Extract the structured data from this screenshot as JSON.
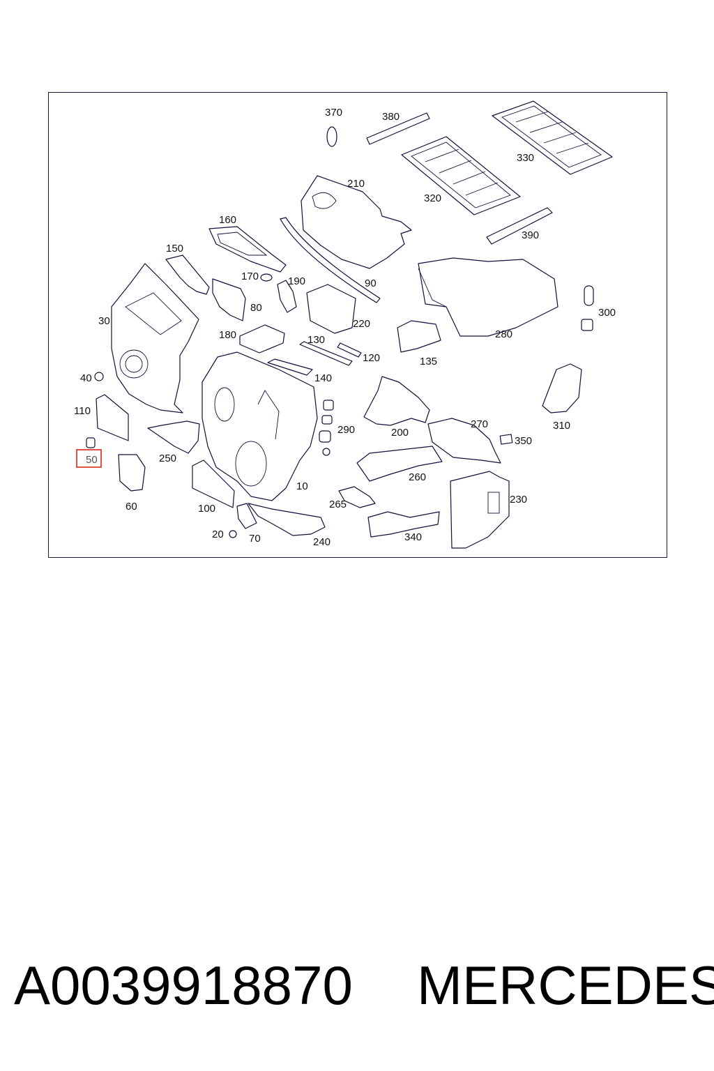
{
  "diagram": {
    "labels": {
      "p370": "370",
      "p380": "380",
      "p330": "330",
      "p210": "210",
      "p320": "320",
      "p160": "160",
      "p390": "390",
      "p150": "150",
      "p170": "170",
      "p190": "190",
      "p90": "90",
      "p80": "80",
      "p30": "30",
      "p220": "220",
      "p280": "280",
      "p300": "300",
      "p180": "180",
      "p130": "130",
      "p120": "120",
      "p135": "135",
      "p140": "140",
      "p40": "40",
      "p310": "310",
      "p110": "110",
      "p290": "290",
      "p200": "200",
      "p270": "270",
      "p350": "350",
      "p250": "250",
      "p50": "50",
      "p260": "260",
      "p10": "10",
      "p60": "60",
      "p100": "100",
      "p265": "265",
      "p230": "230",
      "p20": "20",
      "p70": "70",
      "p240": "240",
      "p340": "340"
    },
    "highlighted_label": "50",
    "highlight_color": "#e0241f",
    "line_color": "#10103c"
  },
  "footer": {
    "part_number": "A0039918870",
    "brand": "MERCEDES"
  }
}
